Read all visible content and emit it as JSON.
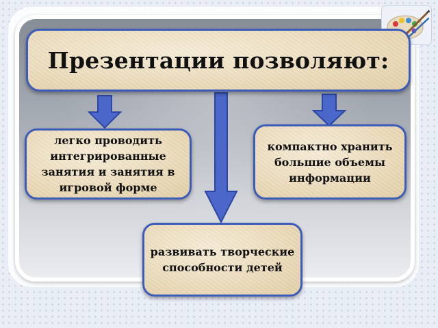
{
  "diagram": {
    "title": "Презентации позволяют:",
    "items": [
      "легко проводить интегрированные занятия и занятия в игровой форме",
      "компактно хранить большие объемы информации",
      "развивать творческие способности детей"
    ]
  },
  "colors": {
    "arrow_fill": "#4a67c9",
    "arrow_stroke": "#2d46a3",
    "box_border": "#3d5bb8",
    "box_fill": "#ecdcbc"
  },
  "icons": {
    "logo": "paint-palette-icon"
  }
}
